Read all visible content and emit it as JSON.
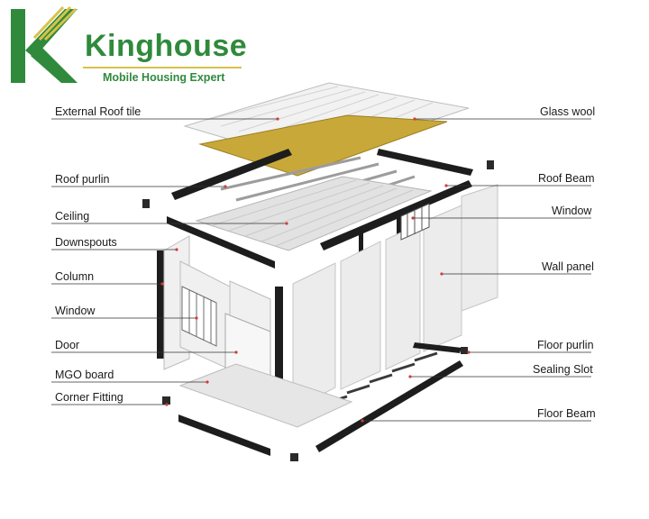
{
  "brand": {
    "name": "Kinghouse",
    "tagline": "Mobile Housing Expert",
    "colors": {
      "green": "#2f8a3c",
      "gold": "#d8c24a"
    }
  },
  "labels_left": [
    "External Roof tile",
    "Roof purlin",
    "Ceiling",
    "Downspouts",
    "Column",
    "Window",
    "Door",
    "MGO board",
    "Corner Fitting"
  ],
  "labels_right": [
    "Glass wool",
    "Roof Beam",
    "Window",
    "Wall panel",
    "Floor purlin",
    "Sealing Slot",
    "Floor Beam"
  ],
  "icons": [
    "kinghouse-logo-icon"
  ]
}
